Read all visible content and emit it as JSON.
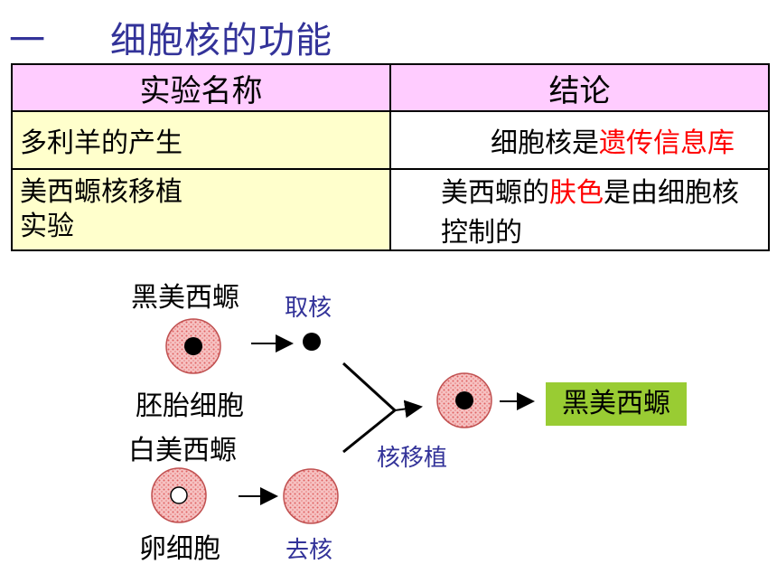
{
  "title": {
    "number": "一",
    "text": "细胞核的功能"
  },
  "table": {
    "headers": [
      "实验名称",
      "结论"
    ],
    "rows": [
      {
        "name": "多利羊的产生",
        "conclusion": [
          {
            "text": "细胞核是",
            "color": "#000000"
          },
          {
            "text": "遗传信息库",
            "color": "#ff0000"
          }
        ]
      },
      {
        "name_lines": [
          "美西螈核移植",
          "实验"
        ],
        "conclusion": [
          {
            "text": "美西螈的",
            "color": "#000000"
          },
          {
            "text": "肤色",
            "color": "#ff0000"
          },
          {
            "text": "是由细胞核控制的",
            "color": "#000000"
          }
        ]
      }
    ]
  },
  "diagram": {
    "black_axolotl": "黑美西螈",
    "embryo_cell": "胚胎细胞",
    "take_nucleus": "取核",
    "white_axolotl": "白美西螈",
    "egg_cell": "卵细胞",
    "remove_nucleus": "去核",
    "nuclear_transfer": "核移植",
    "result": "黑美西螈",
    "colors": {
      "cell_fill": "#f4b3b3",
      "cell_dot": "#e05555",
      "nucleus": "#000000",
      "label_blue": "#333399",
      "result_bg": "#99cc33"
    }
  }
}
